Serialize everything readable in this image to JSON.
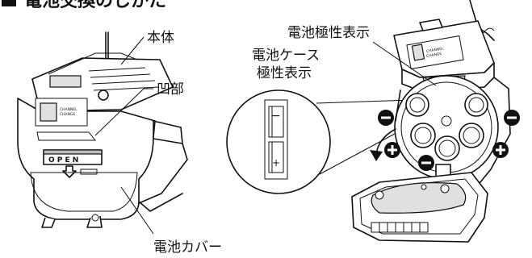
{
  "heading": "電池交換のしかた",
  "labels": {
    "body": "本体",
    "recess": "凹部",
    "battery_cover": "電池カバー",
    "polarity_display": "電池極性表示",
    "case_polarity_line1": "電池ケース",
    "case_polarity_line2": "極性表示",
    "open": "O P E N",
    "channel_change_1": "CHANNEL",
    "channel_change_2": "CHANGE",
    "channel_change_3": "CHANNEL",
    "channel_change_4": "CHANGE"
  },
  "symbols": {
    "minus": "−",
    "plus": "+"
  }
}
